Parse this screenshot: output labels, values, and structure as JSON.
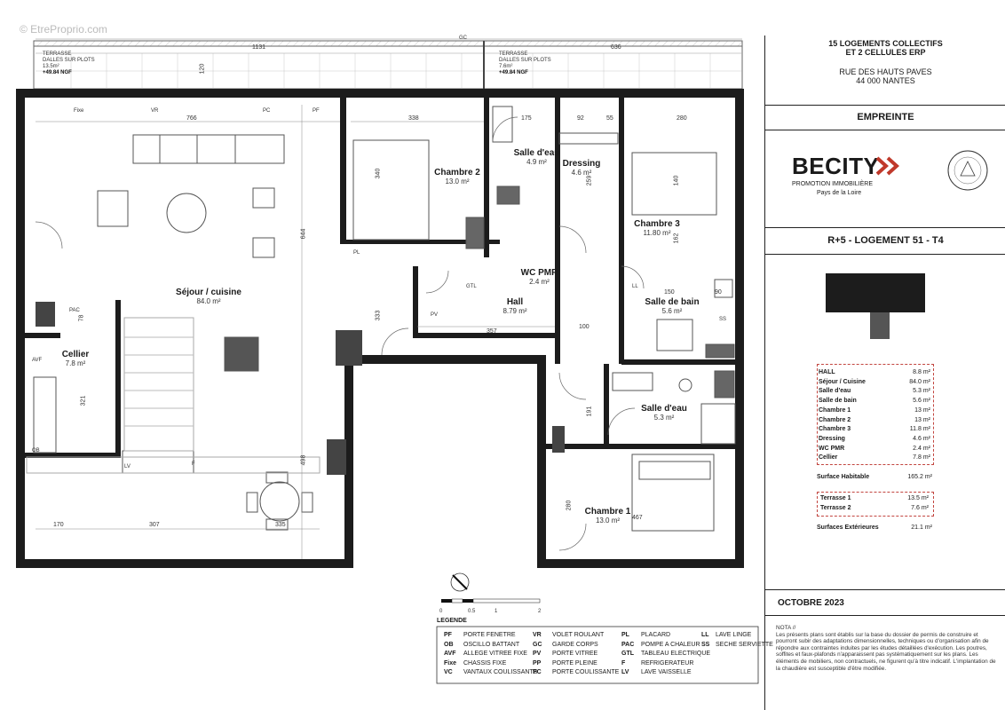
{
  "watermark": "© EtreProprio.com",
  "project": {
    "title_line1": "15 LOGEMENTS COLLECTIFS",
    "title_line2": "ET 2 CELLULES ERP",
    "address_line1": "RUE DES HAUTS PAVES",
    "address_line2": "44 000 NANTES",
    "section": "EMPREINTE",
    "unit": "R+5 - LOGEMENT 51 - T4",
    "date": "OCTOBRE 2023"
  },
  "brand": {
    "name": "BECITY",
    "tagline": "PROMOTION IMMOBILIÈRE",
    "region": "Pays de la Loire"
  },
  "surfaces": [
    {
      "name": "HALL",
      "value": "8.8 m²"
    },
    {
      "name": "Séjour / Cuisine",
      "value": "84.0 m²"
    },
    {
      "name": "Salle d'eau",
      "value": "5.3 m²"
    },
    {
      "name": "Salle de bain",
      "value": "5.6 m²"
    },
    {
      "name": "Chambre 1",
      "value": "13 m²"
    },
    {
      "name": "Chambre 2",
      "value": "13 m²"
    },
    {
      "name": "Chambre 3",
      "value": "11.8 m²"
    },
    {
      "name": "Dressing",
      "value": "4.6 m²"
    },
    {
      "name": "WC PMR",
      "value": "2.4 m²"
    },
    {
      "name": "Cellier",
      "value": "7.8 m²"
    }
  ],
  "habitable": {
    "label": "Surface Habitable",
    "value": "165.2 m²"
  },
  "terraces": [
    {
      "name": "Terrasse 1",
      "value": "13.5 m²"
    },
    {
      "name": "Terrasse 2",
      "value": "7.6 m²"
    }
  ],
  "exterior": {
    "label": "Surfaces Extérieures",
    "value": "21.1 m²"
  },
  "nota": {
    "title": "NOTA //",
    "text": "Les présents plans sont établis sur la base du dossier de permis de construire et pourront subir des adaptations dimensionnelles, techniques ou d'organisation afin de répondre aux contraintes induites par les études détaillées d'exécution. Les poutres, soffites et faux-plafonds n'apparaissent pas systématiquement sur les plans. Les éléments de mobiliers, non contractuels, ne figurent qu'à titre indicatif. L'implantation de la chaudière est susceptible d'être modifiée."
  },
  "rooms": [
    {
      "name": "Séjour / cuisine",
      "area": "84.0 m²"
    },
    {
      "name": "Cellier",
      "area": "7.8 m²"
    },
    {
      "name": "Chambre 2",
      "area": "13.0 m²"
    },
    {
      "name": "Salle d'eau",
      "area": "4.9 m²"
    },
    {
      "name": "Dressing",
      "area": "4.6 m²"
    },
    {
      "name": "Chambre 3",
      "area": "11.80 m²"
    },
    {
      "name": "WC PMR",
      "area": "2.4 m²"
    },
    {
      "name": "Hall",
      "area": "8.79 m²"
    },
    {
      "name": "Salle de bain",
      "area": "5.6 m²"
    },
    {
      "name": "Salle d'eau",
      "area": "5.3 m²"
    },
    {
      "name": "Chambre 1",
      "area": "13.0 m²"
    }
  ],
  "terrace_labels": [
    {
      "title": "TERRASSE",
      "sub": "DALLES SUR PLOTS",
      "area": "13.5m²",
      "level": "+49.84 NGF"
    },
    {
      "title": "TERRASSE",
      "sub": "DALLES SUR PLOTS",
      "area": "7.6m²",
      "level": "+49.84 NGF"
    }
  ],
  "dims": [
    "766",
    "338",
    "175",
    "92",
    "55",
    "280",
    "644",
    "498",
    "333",
    "357",
    "100",
    "307",
    "170",
    "335",
    "467",
    "280",
    "340",
    "259",
    "140",
    "162",
    "150",
    "90",
    "191",
    "321",
    "1131",
    "636",
    "120",
    "78"
  ],
  "codes": [
    "GC",
    "VR",
    "Fixe",
    "PC",
    "PF",
    "PL",
    "SS",
    "LL",
    "AVF",
    "OB",
    "PV",
    "GTL",
    "PAC",
    "F",
    "LV"
  ],
  "scale": {
    "ticks": [
      "0",
      "0.5",
      "1",
      "2"
    ]
  },
  "legend": {
    "title": "LEGENDE",
    "col1": [
      {
        "code": "PF",
        "label": "PORTE FENETRE"
      },
      {
        "code": "OB",
        "label": "OSCILLO BATTANT"
      },
      {
        "code": "AVF",
        "label": "ALLEGE VITREE FIXE"
      },
      {
        "code": "Fixe",
        "label": "CHASSIS FIXE"
      },
      {
        "code": "VC",
        "label": "VANTAUX COULISSANTS"
      }
    ],
    "col2": [
      {
        "code": "VR",
        "label": "VOLET ROULANT"
      },
      {
        "code": "GC",
        "label": "GARDE CORPS"
      },
      {
        "code": "PV",
        "label": "PORTE VITREE"
      },
      {
        "code": "PP",
        "label": "PORTE PLEINE"
      },
      {
        "code": "PC",
        "label": "PORTE COULISSANTE"
      }
    ],
    "col3": [
      {
        "code": "PL",
        "label": "PLACARD"
      },
      {
        "code": "PAC",
        "label": "POMPE A CHALEUR"
      },
      {
        "code": "GTL",
        "label": "TABLEAU ELECTRIQUE"
      },
      {
        "code": "F",
        "label": "REFRIGERATEUR"
      },
      {
        "code": "LV",
        "label": "LAVE VAISSELLE"
      }
    ],
    "col4": [
      {
        "code": "LL",
        "label": "LAVE LINGE"
      },
      {
        "code": "SS",
        "label": "SECHE SERVIETTE"
      }
    ]
  },
  "colors": {
    "wall": "#1c1c1c",
    "fixture": "#555555",
    "hatch": "#888888",
    "surface_box": "#c2453f"
  }
}
